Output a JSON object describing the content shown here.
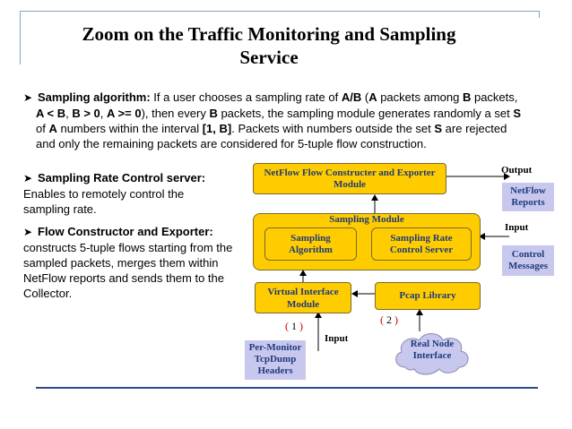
{
  "title": {
    "line1": "Zoom on the Traffic Monitoring and Sampling",
    "line2": "Service"
  },
  "bullets": {
    "sampling_algorithm": {
      "heading": "Sampling algorithm:",
      "t1": " If a user chooses a sampling rate of ",
      "b1": "A/B",
      "t2": " (",
      "b2": "A",
      "t3": " packets among ",
      "b3": "B",
      "t4": " packets,",
      "l2_b1": "A < B",
      "l2_t1": ", ",
      "l2_b2": "B > 0",
      "l2_t2": ", ",
      "l2_b3": "A >= 0",
      "l2_t3": "), then every ",
      "l2_b4": "B",
      "l2_t4": " packets, the sampling module generates randomly a set ",
      "l2_b5": "S",
      "l3_t1": "of ",
      "l3_b1": "A",
      "l3_t2": " numbers within the interval ",
      "l3_b2": "[1, B]",
      "l3_t3": ". Packets with numbers outside the set ",
      "l3_b3": "S",
      "l3_t4": " are rejected",
      "l4": "and only the remaining packets are considered for 5-tuple flow construction."
    },
    "sampling_rate_control": {
      "heading": "Sampling Rate Control server:",
      "body_l1": "Enables to remotely control the",
      "body_l2": "sampling rate."
    },
    "flow_constructor": {
      "heading": "Flow Constructor and Exporter:",
      "body_l1": "constructs 5-tuple flows starting from the",
      "body_l2": "sampled packets, merges them within",
      "body_l3": "NetFlow reports and sends them to the",
      "body_l4": "Collector."
    }
  },
  "diagram": {
    "netflow_box": {
      "l1": "NetFlow Flow Constructer and Exporter",
      "l2": "Module"
    },
    "sampling_module": "Sampling Module",
    "sampling_algorithm": {
      "l1": "Sampling",
      "l2": "Algorithm"
    },
    "rate_control_server": {
      "l1": "Sampling Rate",
      "l2": "Control Server"
    },
    "virtual_interface": {
      "l1": "Virtual Interface",
      "l2": "Module"
    },
    "pcap_library": "Pcap Library",
    "output_label": "Output",
    "netflow_reports": {
      "l1": "NetFlow",
      "l2": "Reports"
    },
    "input_label_right": "Input",
    "control_messages": {
      "l1": "Control",
      "l2": "Messages"
    },
    "marker1": "1",
    "marker2": "2",
    "input_label_bottom": "Input",
    "per_monitor": {
      "l1": "Per-Monitor",
      "l2": "TcpDump",
      "l3": "Headers"
    },
    "real_node": {
      "l1": "Real Node",
      "l2": "Interface"
    }
  },
  "colors": {
    "module_fill": "#ffcc00",
    "side_box_fill": "#c8c8ee",
    "box_text": "#1f3a7a",
    "marker_bracket": "#cc0000",
    "rule": "#2e4a86"
  }
}
